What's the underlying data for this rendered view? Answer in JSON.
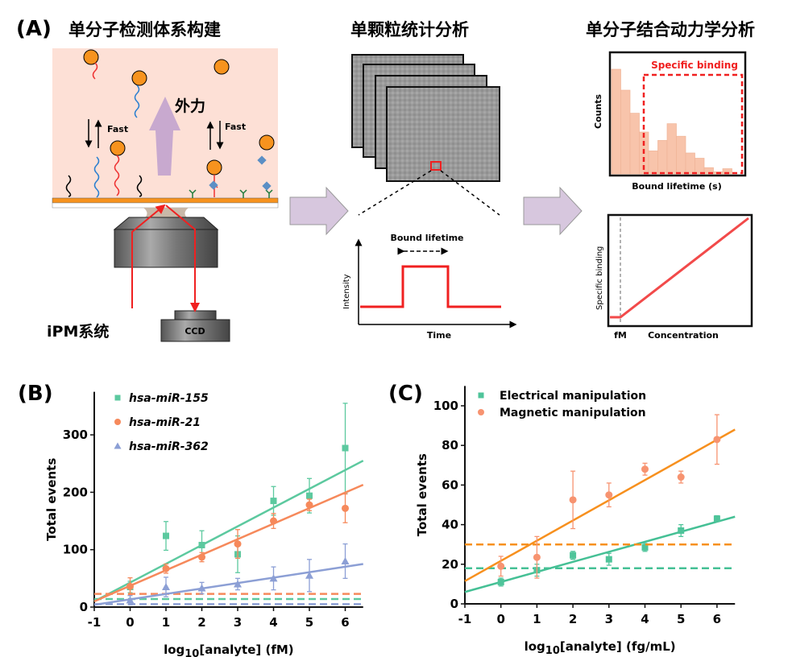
{
  "panel_a": {
    "label": "(A)",
    "title_left": "单分子检测体系构建",
    "title_mid": "单颗粒统计分析",
    "title_right": "单分子结合动力学分析",
    "force_label": "外力",
    "fast_left": "Fast",
    "fast_right": "Fast",
    "system_label": "iPM系统",
    "ccd_label": "CCD",
    "bound_lifetime": "Bound lifetime",
    "intensity": "Intensity",
    "time": "Time",
    "hist_specific": "Specific binding",
    "hist_ylabel": "Counts",
    "hist_xlabel": "Bound lifetime (s)",
    "hist_counts": [
      100,
      80,
      58,
      40,
      22,
      32,
      48,
      36,
      20,
      15,
      6,
      2,
      5
    ],
    "curve_ylabel": "Specific binding",
    "curve_fm": "fM",
    "curve_xlabel": "Concentration",
    "colors": {
      "pink_bg": "#fde0d6",
      "bead": "#f7931e",
      "red": "#f02020",
      "arrow": "#c8a9cf",
      "hist": "#f8c4ab"
    }
  },
  "chart_data": [
    {
      "panel": "(B)",
      "type": "scatter",
      "xlabel": "log10[analyte] (fM)",
      "xlabel_parts": [
        "log",
        "10",
        "[analyte] (fM)"
      ],
      "ylabel": "Total events",
      "xlim": [
        -1,
        6.5
      ],
      "ylim": [
        0,
        375
      ],
      "xticks": [
        "-1",
        "0",
        "1",
        "2",
        "3",
        "4",
        "5",
        "6"
      ],
      "yticks": [
        "0",
        "100",
        "200",
        "300"
      ],
      "legend": "top-left",
      "series": [
        {
          "name": "hsa-miR-155",
          "color": "#5cc99f",
          "marker": "square",
          "x": [
            0,
            1,
            2,
            3,
            4,
            5,
            6
          ],
          "y": [
            35,
            124,
            108,
            92,
            185,
            194,
            277
          ],
          "err": [
            10,
            25,
            25,
            32,
            25,
            30,
            78
          ],
          "fit": [
            [
              -1,
              10
            ],
            [
              6.5,
              255
            ]
          ],
          "threshold": 14
        },
        {
          "name": "hsa-miR-21",
          "color": "#f6895b",
          "marker": "circle",
          "x": [
            0,
            1,
            2,
            3,
            4,
            5,
            6
          ],
          "y": [
            36,
            67,
            87,
            110,
            150,
            178,
            172
          ],
          "err": [
            15,
            8,
            8,
            25,
            13,
            10,
            25
          ],
          "fit": [
            [
              -1,
              10
            ],
            [
              6.5,
              213
            ]
          ],
          "threshold": 23
        },
        {
          "name": "hsa-miR-362",
          "color": "#8c9fd5",
          "marker": "triangle",
          "x": [
            0,
            1,
            2,
            3,
            4,
            5,
            6
          ],
          "y": [
            12,
            35,
            33,
            40,
            50,
            55,
            80
          ],
          "err": [
            8,
            17,
            10,
            10,
            20,
            28,
            30
          ],
          "fit": [
            [
              -1,
              4
            ],
            [
              6.5,
              75
            ]
          ],
          "threshold": 5
        }
      ]
    },
    {
      "panel": "(C)",
      "type": "scatter",
      "xlabel": "log10[analyte] (fg/mL)",
      "xlabel_parts": [
        "log",
        "10",
        "[analyte] (fg/mL)"
      ],
      "ylabel": "Total events",
      "xlim": [
        -1,
        6.5
      ],
      "ylim": [
        0,
        110
      ],
      "xticks": [
        "-1",
        "0",
        "1",
        "2",
        "3",
        "4",
        "5",
        "6"
      ],
      "yticks": [
        "0",
        "20",
        "40",
        "60",
        "80",
        "100"
      ],
      "legend": "top-left",
      "series": [
        {
          "name": "Electrical manipulation",
          "color": "#4fc49a",
          "line_color": "#45c095",
          "marker": "square",
          "x": [
            0,
            1,
            2,
            3,
            4,
            5,
            6
          ],
          "y": [
            11,
            17,
            24.5,
            22.5,
            28.5,
            37,
            43
          ],
          "err": [
            2,
            3,
            2,
            3,
            2,
            3,
            1.5
          ],
          "fit": [
            [
              -1,
              6
            ],
            [
              6.5,
              44
            ]
          ],
          "threshold": 18
        },
        {
          "name": "Magnetic manipulation",
          "color": "#f79370",
          "line_color": "#f7901e",
          "marker": "circle",
          "x": [
            0,
            1,
            2,
            3,
            4,
            5,
            6
          ],
          "y": [
            19,
            23.5,
            52.5,
            55,
            68,
            64,
            83
          ],
          "err": [
            5,
            10.5,
            14.5,
            6,
            3,
            3,
            12.5
          ],
          "fit": [
            [
              -1,
              11.5
            ],
            [
              6.5,
              88
            ]
          ],
          "threshold": 30
        }
      ]
    }
  ]
}
